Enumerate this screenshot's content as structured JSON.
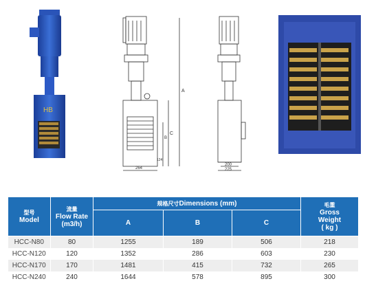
{
  "drawings": {
    "front": {
      "a": "A",
      "b": "B",
      "c": "C",
      "d264": "264",
      "d124": "124"
    },
    "side": {
      "d200": "200",
      "d225": "225"
    }
  },
  "table": {
    "headers": {
      "model_zh": "型号",
      "model_en": "Model",
      "flow_zh": "流量",
      "flow_en1": "Flow Rate",
      "flow_en2": "(m3/h)",
      "dims_zh": "规格尺寸",
      "dims_en": "Dimensions (mm)",
      "weight_zh": "毛重",
      "weight_en1": "Gross",
      "weight_en2": "Weight",
      "weight_en3": "( kg )",
      "a": "A",
      "b": "B",
      "c": "C"
    },
    "rows": [
      {
        "model": "HCC-N80",
        "flow": "80",
        "a": "1255",
        "b": "189",
        "c": "506",
        "weight": "218"
      },
      {
        "model": "HCC-N120",
        "flow": "120",
        "a": "1352",
        "b": "286",
        "c": "603",
        "weight": "230"
      },
      {
        "model": "HCC-N170",
        "flow": "170",
        "a": "1481",
        "b": "415",
        "c": "732",
        "weight": "265"
      },
      {
        "model": "HCC-N240",
        "flow": "240",
        "a": "1644",
        "b": "578",
        "c": "895",
        "weight": "300"
      }
    ]
  }
}
